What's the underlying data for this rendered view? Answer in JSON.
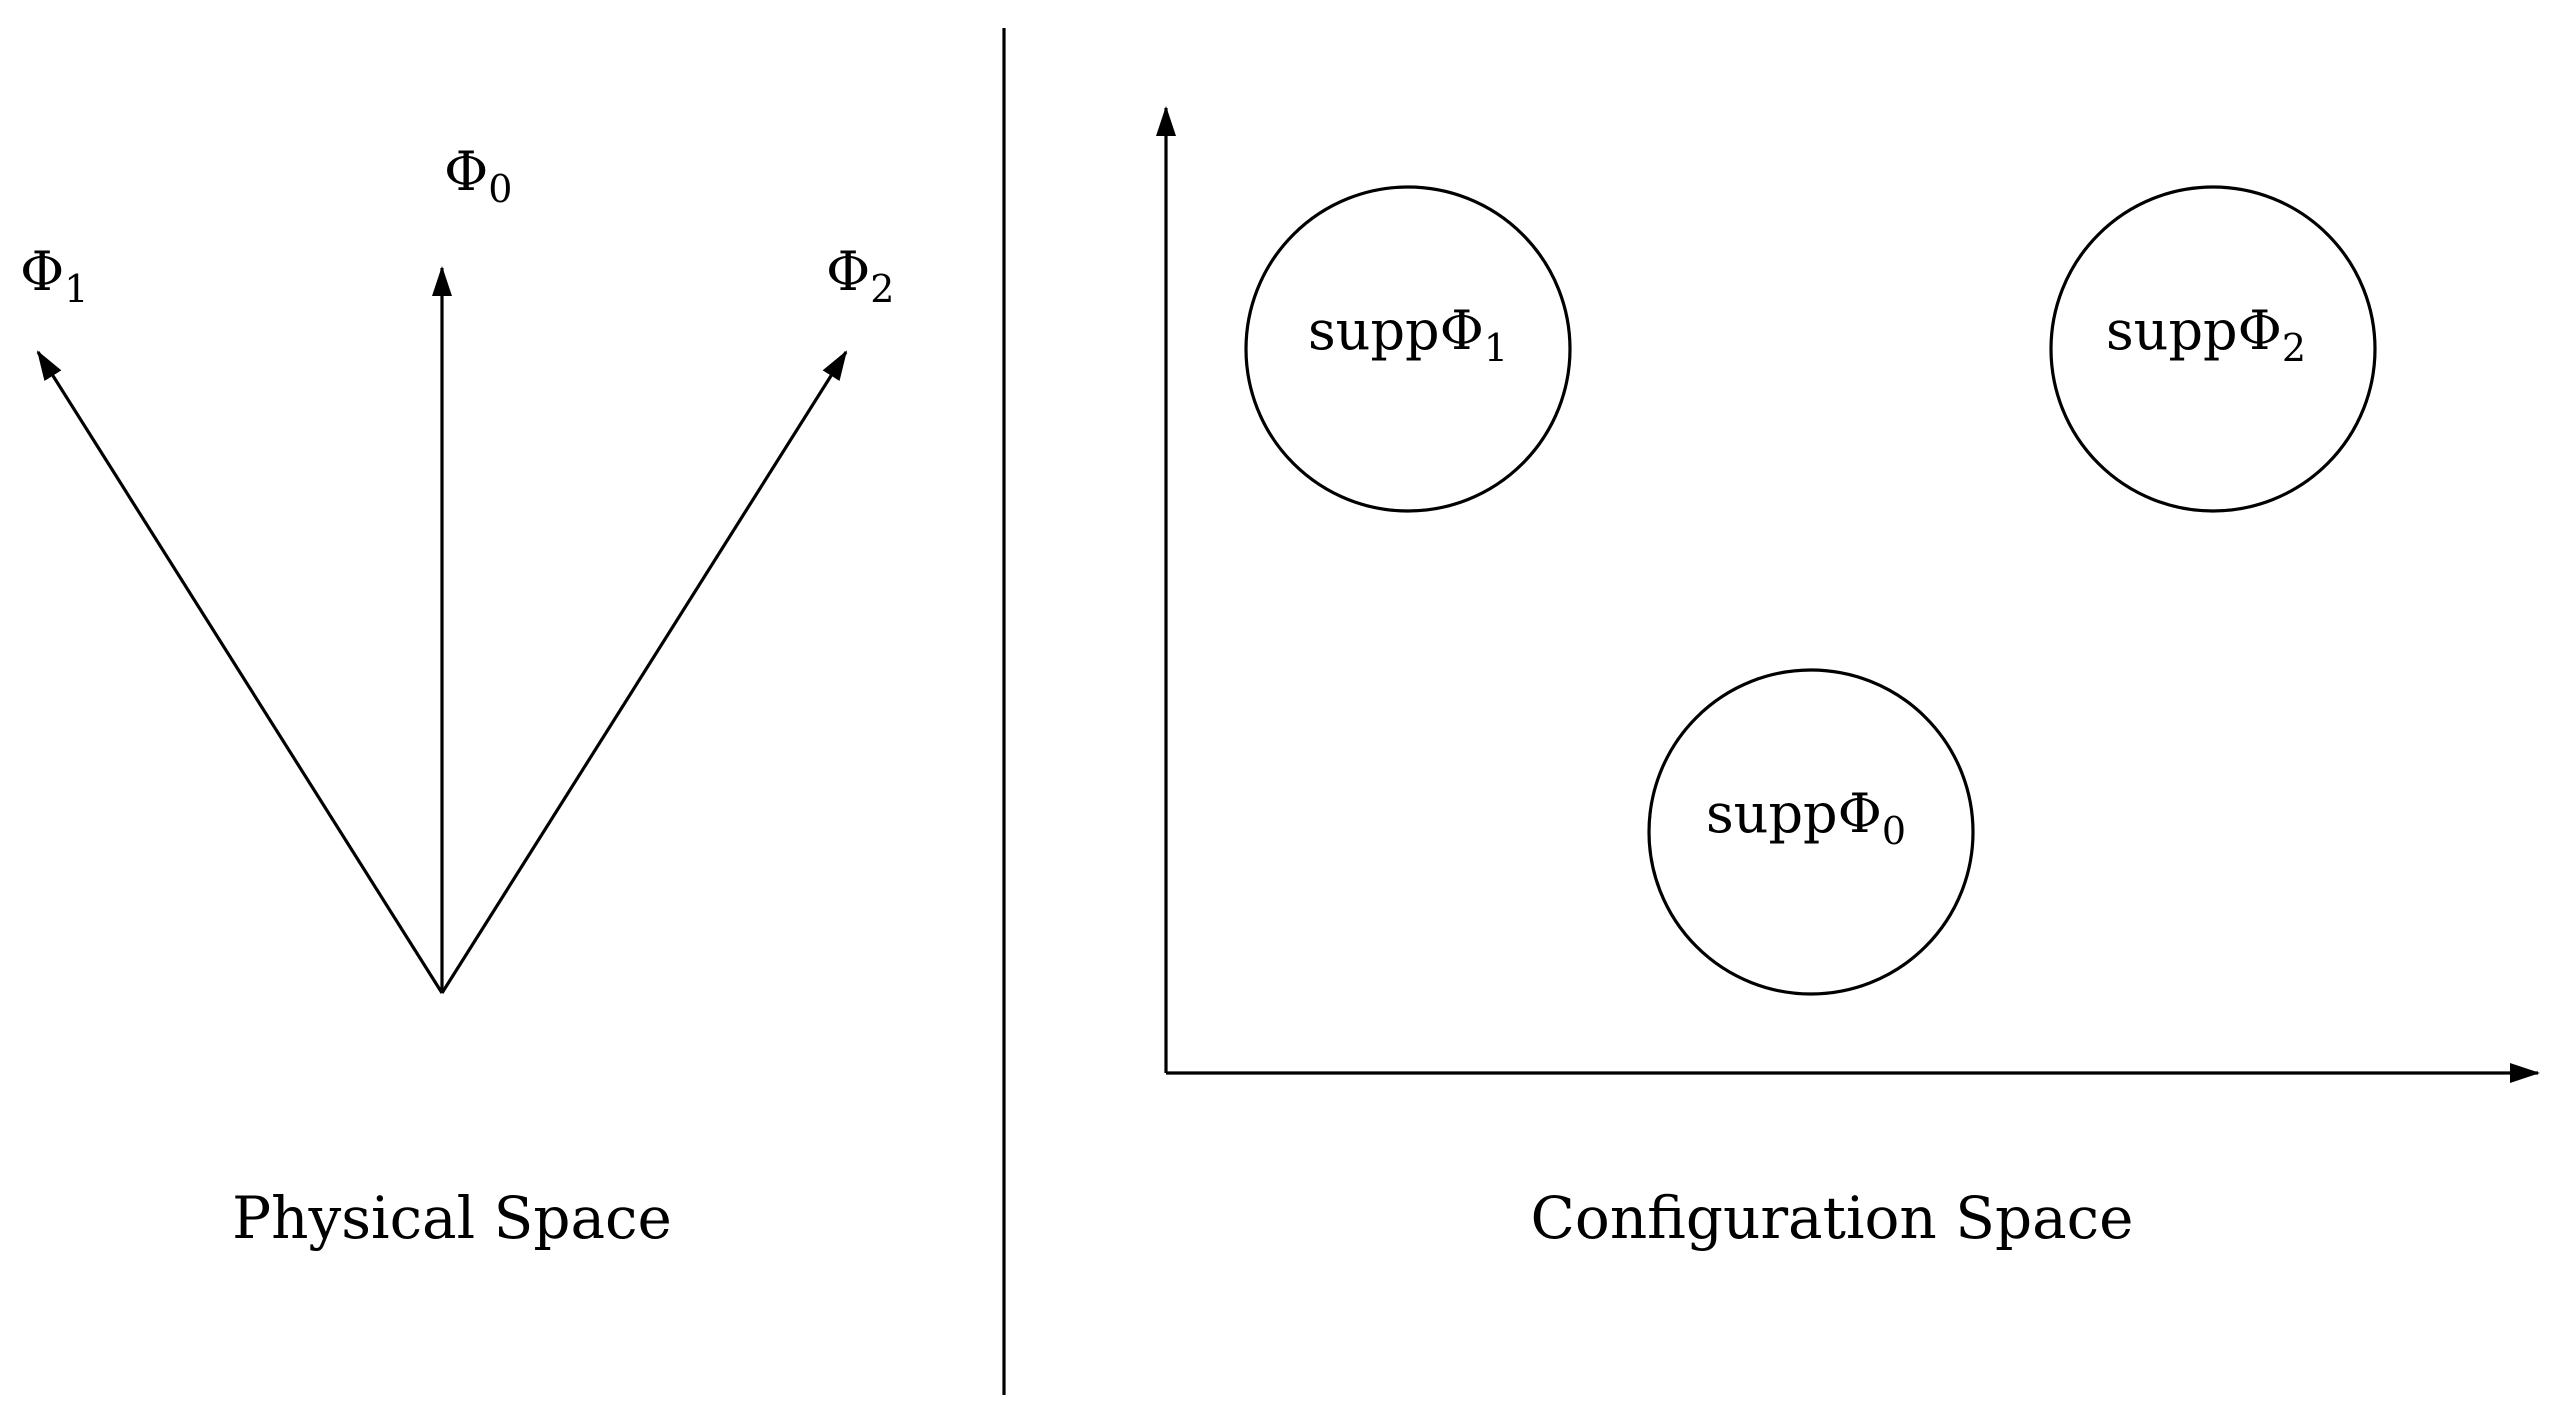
{
  "physical_space": {
    "caption": "Physical Space",
    "vectors": [
      {
        "symbol": "Φ",
        "subscript": "0"
      },
      {
        "symbol": "Φ",
        "subscript": "1"
      },
      {
        "symbol": "Φ",
        "subscript": "2"
      }
    ]
  },
  "configuration_space": {
    "caption": "Configuration Space",
    "supports": [
      {
        "prefix": "supp",
        "symbol": "Φ",
        "subscript": "1"
      },
      {
        "prefix": "supp",
        "symbol": "Φ",
        "subscript": "2"
      },
      {
        "prefix": "supp",
        "symbol": "Φ",
        "subscript": "0"
      }
    ]
  },
  "colors": {
    "ink": "#000000",
    "background": "#ffffff"
  }
}
